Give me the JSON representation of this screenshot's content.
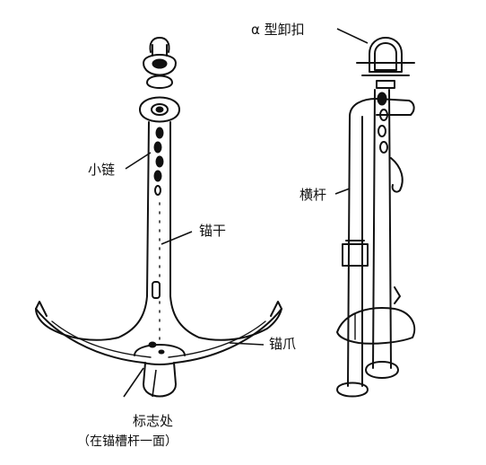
{
  "labels": {
    "shackle": "α 型卸扣",
    "small_chain": "小链",
    "shank": "锚干",
    "stock": "横杆",
    "fluke": "锚爪",
    "mark_line1": "标志处",
    "mark_line2": "（在锚槽杆一面）"
  }
}
